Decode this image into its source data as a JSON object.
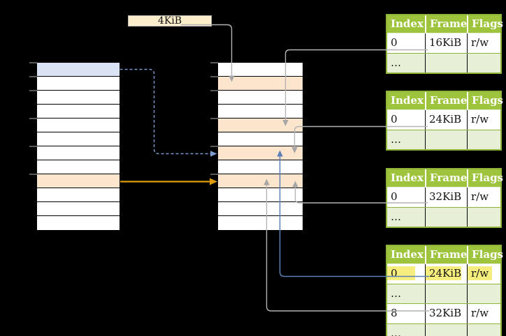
{
  "size_label": {
    "text": "4KiB"
  },
  "memory_columns": {
    "left": {
      "rows": [
        "blue",
        "white",
        "white",
        "white",
        "white",
        "white",
        "white",
        "white",
        "orange",
        "white",
        "white",
        "white"
      ],
      "tick_y": [
        90,
        110,
        130,
        170,
        210,
        250
      ]
    },
    "middle": {
      "rows": [
        "white",
        "orange",
        "white",
        "white",
        "orange",
        "white",
        "orange",
        "white",
        "orange",
        "white",
        "white",
        "white"
      ],
      "tick_y": [
        90,
        110,
        130,
        170,
        210,
        250
      ]
    }
  },
  "frame_tables": {
    "headers": [
      "Index",
      "Frame",
      "Flags"
    ],
    "tables": [
      {
        "id": "frame-table-16kib",
        "rows": [
          {
            "cells": [
              "0",
              "16KiB",
              "r/w"
            ]
          },
          {
            "cells": [
              "…",
              "",
              ""
            ],
            "shaded": true
          }
        ]
      },
      {
        "id": "frame-table-24kib",
        "rows": [
          {
            "cells": [
              "0",
              "24KiB",
              "r/w"
            ]
          },
          {
            "cells": [
              "…",
              "",
              ""
            ],
            "shaded": true
          }
        ]
      },
      {
        "id": "frame-table-32kib",
        "rows": [
          {
            "cells": [
              "0",
              "32KiB",
              "r/w"
            ]
          },
          {
            "cells": [
              "…",
              "",
              ""
            ],
            "shaded": true
          }
        ]
      },
      {
        "id": "frame-table-level1",
        "rows": [
          {
            "cells": [
              "0",
              "24KiB",
              "r/w"
            ],
            "highlighted": true
          },
          {
            "cells": [
              "…",
              "",
              ""
            ],
            "shaded": true
          },
          {
            "cells": [
              "8",
              "32KiB",
              "r/w"
            ]
          },
          {
            "cells": [
              "…",
              "",
              ""
            ],
            "shaded": true
          }
        ]
      }
    ]
  },
  "colors": {
    "background": "#000000",
    "row_white": "#ffffff",
    "row_blue": "#dae3f3",
    "row_orange": "#fce5cd",
    "label_box_fill": "#fcedcb",
    "label_box_border": "#b9b9b9",
    "green_header": "#9ec43d",
    "green_border": "#8eb43a",
    "green_light_row": "#e7efd6",
    "highlight_yellow": "#f5ed7d",
    "connector_gray": "#b3b3b3",
    "arrow_gray": "#a6a6a6",
    "connector_blue": "#5c80b6",
    "connector_blue_dashed": "#7f9ccf",
    "connector_orange": "#dd9d0e",
    "tick_gray": "#595959"
  }
}
